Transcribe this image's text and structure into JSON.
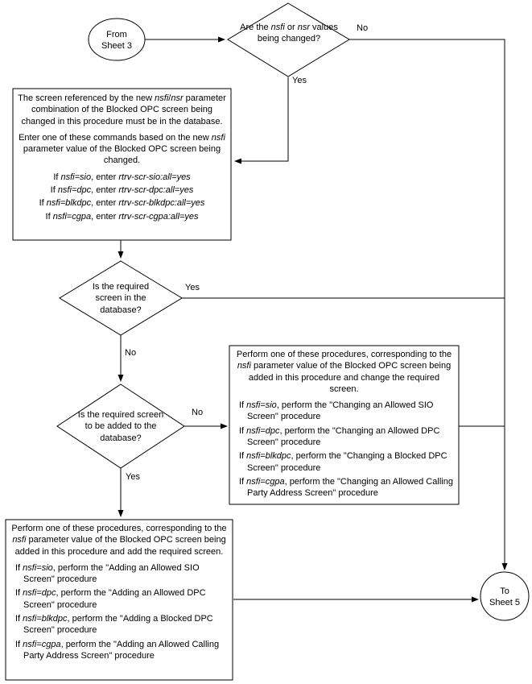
{
  "from_sheet": {
    "l1": "From",
    "l2": "Sheet 3"
  },
  "to_sheet": {
    "l1": "To",
    "l2": "Sheet 5"
  },
  "labels": {
    "d1_no": "No",
    "d1_yes": "Yes",
    "d2_yes": "Yes",
    "d2_no": "No",
    "d3_no": "No",
    "d3_yes": "Yes"
  },
  "d1": {
    "pre": "Are the ",
    "i1": "nsfi",
    "mid": " or ",
    "i2": "nsr",
    "post": " values being changed?"
  },
  "d2": {
    "text": "Is the required screen in the database?"
  },
  "d3": {
    "text": "Is the required screen to be added to the database?"
  },
  "box1": {
    "p1a": "The screen referenced by the new ",
    "p1i1": "nsfi",
    "p1b": "/",
    "p1i2": "nsr",
    "p1c": " parameter combination of the Blocked OPC screen being changed in this procedure must be in the database.",
    "p2a": "Enter one of these commands based on the new ",
    "p2i": "nsfi",
    "p2b": " parameter value of the Blocked OPC screen being changed.",
    "items": [
      {
        "pre": "If ",
        "param": "nsfi=sio",
        "mid": ", enter ",
        "cmd": "rtrv-scr-sio:all=yes"
      },
      {
        "pre": "If ",
        "param": "nsfi=dpc",
        "mid": ", enter ",
        "cmd": "rtrv-scr-dpc:all=yes"
      },
      {
        "pre": "If ",
        "param": "nsfi=blkdpc",
        "mid": ", enter ",
        "cmd": "rtrv-scr-blkdpc:all=yes"
      },
      {
        "pre": "If ",
        "param": "nsfi=cgpa",
        "mid": ", enter ",
        "cmd": "rtrv-scr-cgpa:all=yes"
      }
    ]
  },
  "box2": {
    "pa": "Perform one of these procedures, corresponding to the ",
    "pi": "nsfi",
    "pb": " parameter value of the Blocked OPC screen being added in this procedure and change the required screen.",
    "items": [
      {
        "pre": "If ",
        "param": "nsfi=sio",
        "rest": ", perform the \"Changing an Allowed SIO Screen\" procedure"
      },
      {
        "pre": "If ",
        "param": "nsfi=dpc",
        "rest": ", perform the \"Changing an Allowed DPC Screen\" procedure"
      },
      {
        "pre": "If ",
        "param": "nsfi=blkdpc",
        "rest": ", perform the \"Changing a Blocked DPC Screen\" procedure"
      },
      {
        "pre": "If ",
        "param": "nsfi=cgpa",
        "rest": ", perform the \"Changing an Allowed Calling Party Address Screen\" procedure"
      }
    ]
  },
  "box3": {
    "pa": "Perform one of these procedures, corresponding to the ",
    "pi": "nsfi",
    "pb": " parameter value of the Blocked OPC screen being added in this procedure and add the required screen.",
    "items": [
      {
        "pre": "If ",
        "param": "nsfi=sio",
        "rest": ", perform the \"Adding an Allowed SIO Screen\" procedure"
      },
      {
        "pre": "If ",
        "param": "nsfi=dpc",
        "rest": ", perform the \"Adding an Allowed DPC Screen\" procedure"
      },
      {
        "pre": "If ",
        "param": "nsfi=blkdpc",
        "rest": ", perform the \"Adding a Blocked DPC Screen\" procedure"
      },
      {
        "pre": "If ",
        "param": "nsfi=cgpa",
        "rest": ", perform the \"Adding an Allowed Calling Party Address Screen\" procedure"
      }
    ]
  }
}
